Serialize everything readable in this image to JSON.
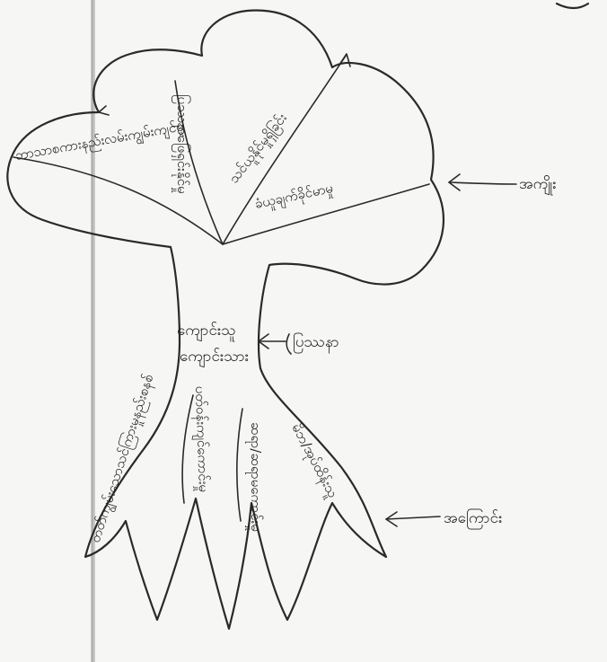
{
  "diagram": {
    "crown_labels": [
      "ဘာသာစကားနည်းလမ်းကျွမ်းကျင်မှု",
      "ပြဿနာဖြေရှင်းနိုင်မှု",
      "သင်ယူနိုင်မှုရှိခြင်း",
      "ခံယူချက်ခိုင်မာမှု"
    ],
    "trunk_label_line1": "ကျောင်းသူ",
    "trunk_label_line2": "ကျောင်းသား",
    "root_labels": [
      "တတ်ကျွမ်းသောသင်ကြားမှုနည်းစနစ်",
      "ပတ်ဝန်းကျင်ကောင်းမှု",
      "ဆရာ/ဆရာမကောင်းမှု",
      "မိဘ/အုပ်ထိန်းသူ"
    ],
    "pointer_crown": "အကျိုး",
    "pointer_trunk": "ပြဿနာ",
    "pointer_roots": "အကြောင်း"
  }
}
